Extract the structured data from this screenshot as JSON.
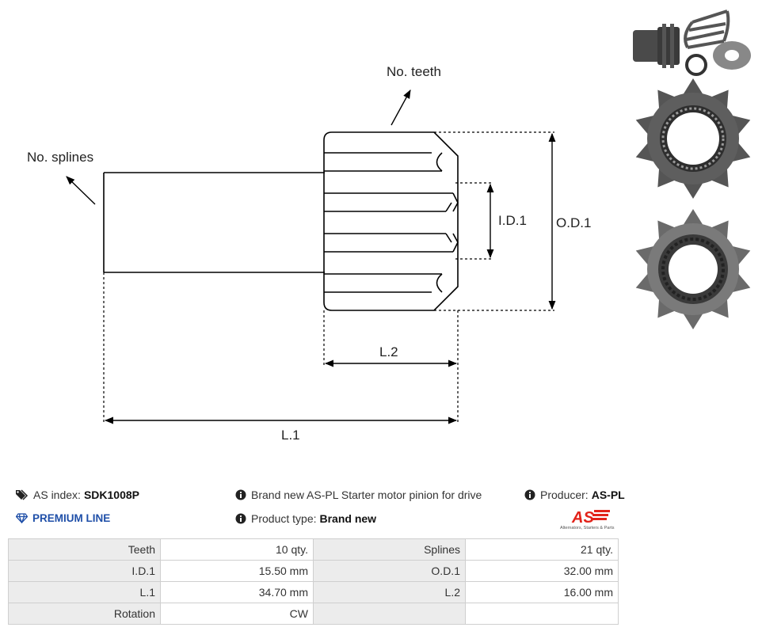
{
  "drawing": {
    "labels": {
      "teeth": "No. teeth",
      "splines": "No. splines",
      "id1": "I.D.1",
      "od1": "O.D.1",
      "l1": "L.1",
      "l2": "L.2"
    }
  },
  "photos": [
    "pinion-kit-photo",
    "pinion-front-photo",
    "pinion-back-photo"
  ],
  "info": {
    "as_index_label": "AS index:",
    "as_index_value": "SDK1008P",
    "premium": "PREMIUM LINE",
    "description": "Brand new AS-PL Starter motor pinion for drive",
    "product_type_label": "Product type:",
    "product_type_value": "Brand new",
    "producer_label": "Producer:",
    "producer_value": "AS-PL",
    "logo_text": "AS",
    "logo_sub": "Alternators, Starters & Parts"
  },
  "specs": [
    {
      "l1": "Teeth",
      "v1": "10 qty.",
      "l2": "Splines",
      "v2": "21 qty."
    },
    {
      "l1": "I.D.1",
      "v1": "15.50 mm",
      "l2": "O.D.1",
      "v2": "32.00 mm"
    },
    {
      "l1": "L.1",
      "v1": "34.70 mm",
      "l2": "L.2",
      "v2": "16.00 mm"
    },
    {
      "l1": "Rotation",
      "v1": "CW",
      "l2": "",
      "v2": ""
    }
  ],
  "colors": {
    "accent": "#1f4fa8",
    "logo_red": "#e2231a",
    "header_bg": "#ececec"
  }
}
